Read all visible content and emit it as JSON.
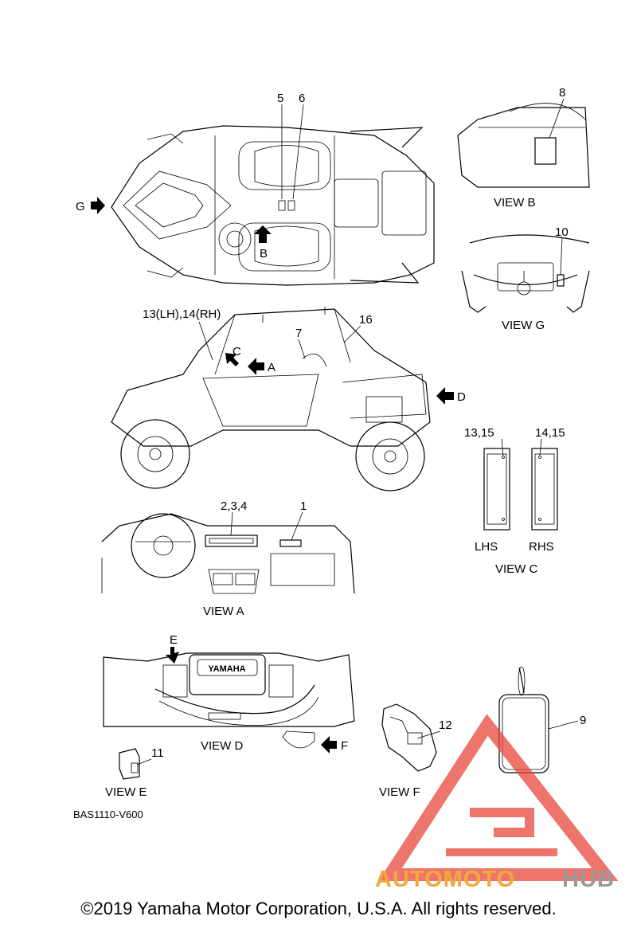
{
  "callouts": {
    "c1": "1",
    "c234": "2,3,4",
    "c5": "5",
    "c6": "6",
    "c7": "7",
    "c8": "8",
    "c9": "9",
    "c10": "10",
    "c11": "11",
    "c12": "12",
    "c1314": "13(LH),14(RH)",
    "c16": "16",
    "c1315": "13,15",
    "c1415": "14,15"
  },
  "arrows": {
    "a": "A",
    "b": "B",
    "c": "C",
    "d": "D",
    "e": "E",
    "f": "F",
    "g": "G"
  },
  "side_labels": {
    "lhs": "LHS",
    "rhs": "RHS"
  },
  "views": {
    "a": "VIEW A",
    "b": "VIEW B",
    "c": "VIEW C",
    "d": "VIEW D",
    "e": "VIEW E",
    "f": "VIEW F",
    "g": "VIEW G"
  },
  "brand_text": "YAMAHA",
  "part_code": "BAS1110-V600",
  "watermark": {
    "part1": "AUTOMOTO",
    "part2": "HUB",
    "color_red": "#e8473c",
    "color_orange": "#f2a93b",
    "color_gray": "#9a9a9a"
  },
  "copyright": "©2019 Yamaha Motor Corporation, U.S.A. All rights reserved."
}
